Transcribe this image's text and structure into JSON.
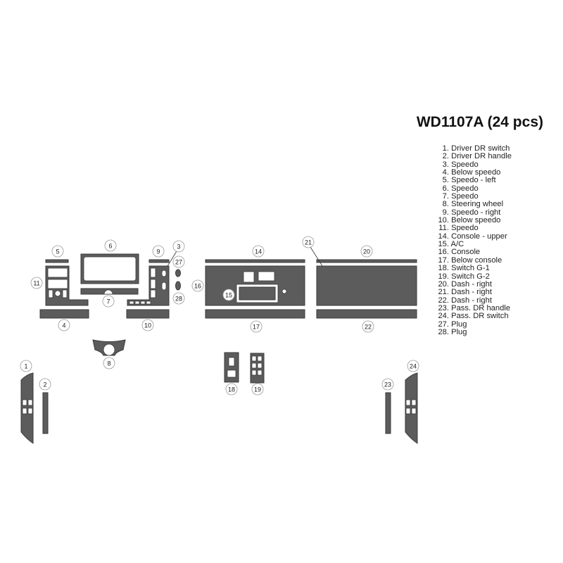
{
  "title": "WD1107A (24 pcs)",
  "legend": [
    {
      "num": "1.",
      "label": "Driver DR switch"
    },
    {
      "num": "2.",
      "label": "Driver DR handle"
    },
    {
      "num": "3.",
      "label": "Speedo"
    },
    {
      "num": "4.",
      "label": "Below speedo"
    },
    {
      "num": "5.",
      "label": "Speedo - left"
    },
    {
      "num": "6.",
      "label": "Speedo"
    },
    {
      "num": "7.",
      "label": "Speedo"
    },
    {
      "num": "8.",
      "label": "Steering wheel"
    },
    {
      "num": "9.",
      "label": "Speedo - right"
    },
    {
      "num": "10.",
      "label": "Below speedo"
    },
    {
      "num": "11.",
      "label": "Speedo"
    },
    {
      "num": "14.",
      "label": "Console - upper"
    },
    {
      "num": "15.",
      "label": "A/C"
    },
    {
      "num": "16.",
      "label": "Console"
    },
    {
      "num": "17.",
      "label": "Below console"
    },
    {
      "num": "18.",
      "label": "Switch G-1"
    },
    {
      "num": "19.",
      "label": "Switch G-2"
    },
    {
      "num": "20.",
      "label": "Dash - right"
    },
    {
      "num": "21.",
      "label": "Dash - right"
    },
    {
      "num": "22.",
      "label": "Dash - right"
    },
    {
      "num": "23.",
      "label": "Pass. DR handle"
    },
    {
      "num": "24.",
      "label": "Pass. DR switch"
    },
    {
      "num": "27.",
      "label": "Plug"
    },
    {
      "num": "28.",
      "label": "Plug"
    }
  ],
  "callouts": {
    "c1": "1",
    "c2": "2",
    "c3": "3",
    "c4": "4",
    "c5": "5",
    "c6": "6",
    "c7": "7",
    "c8": "8",
    "c9": "9",
    "c10": "10",
    "c11": "11",
    "c14": "14",
    "c15": "15",
    "c16": "16",
    "c17": "17",
    "c18": "18",
    "c19": "19",
    "c20": "20",
    "c21": "21",
    "c22": "22",
    "c23": "23",
    "c24": "24",
    "c27": "27",
    "c28": "28"
  },
  "colors": {
    "part": "#5c5c5c",
    "outline": "#3a3a3a"
  }
}
